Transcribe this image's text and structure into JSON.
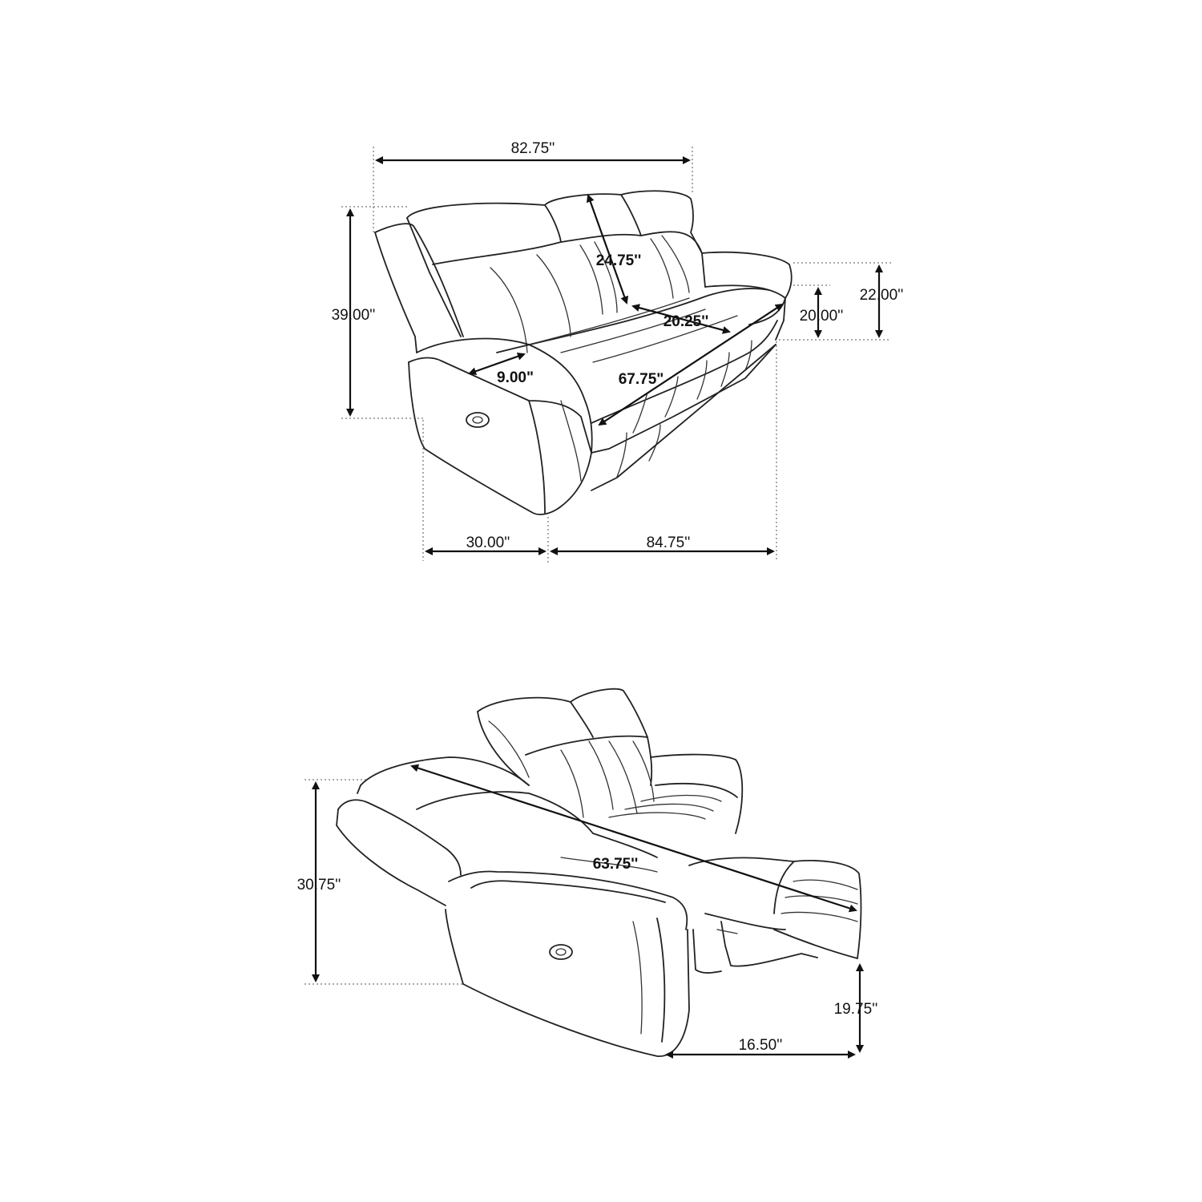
{
  "upright_view": {
    "dimensions": {
      "overall_width": "82.75''",
      "overall_height": "39.00''",
      "headrest_depth": "24.75''",
      "seat_width_per_seat": "20.25''",
      "seat_height": "20.00''",
      "arm_height": "22.00''",
      "arm_width": "9.00\"",
      "seating_width": "67.75\"",
      "depth": "30.00''",
      "length": "84.75''"
    }
  },
  "reclined_view": {
    "dimensions": {
      "reclined_length": "63.75''",
      "reclined_height": "30.75''",
      "footrest_height": "19.75''",
      "footrest_extension": "16.50''"
    }
  }
}
